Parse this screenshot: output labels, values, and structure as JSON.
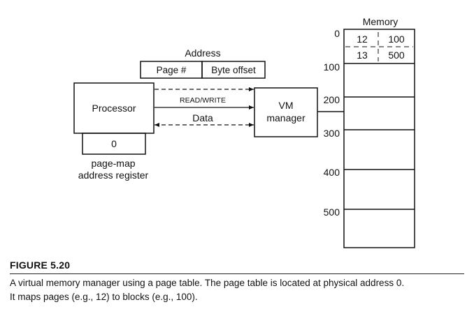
{
  "diagram": {
    "address_label": "Address",
    "address_fields": [
      "Page #",
      "Byte offset"
    ],
    "processor_label": "Processor",
    "register_value": "0",
    "register_label_lines": [
      "page-map",
      "address register"
    ],
    "signal_rw": "READ/WRITE",
    "signal_data": "Data",
    "vm_manager_lines": [
      "VM",
      "manager"
    ],
    "memory_title": "Memory",
    "memory_addresses": [
      "0",
      "100",
      "200",
      "300",
      "400",
      "500"
    ],
    "page_table": [
      {
        "page": "12",
        "block": "100"
      },
      {
        "page": "13",
        "block": "500"
      }
    ]
  },
  "caption": {
    "label": "FIGURE 5.20",
    "lines": [
      "A virtual memory manager using a page table. The page table is located at physical address 0.",
      "It maps pages (e.g., 12) to blocks (e.g., 100)."
    ]
  }
}
